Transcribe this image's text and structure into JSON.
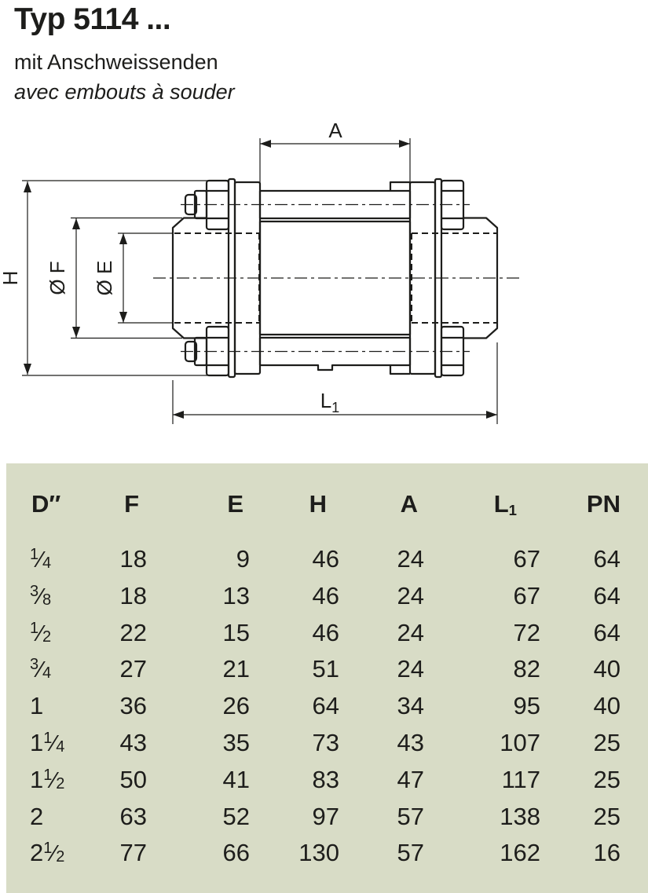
{
  "page": {
    "title": "Typ 5114 ...",
    "subtitle_de": "mit Anschweissenden",
    "subtitle_fr": "avec embouts à souder"
  },
  "drawing": {
    "labels": {
      "a": "A",
      "h": "H",
      "f": "Ø F",
      "e": "Ø E",
      "l1": "L",
      "l1_sub": "1"
    }
  },
  "table": {
    "background": "#d8dcc6",
    "headers": [
      {
        "label": "D″",
        "sub": ""
      },
      {
        "label": "F",
        "sub": ""
      },
      {
        "label": "E",
        "sub": ""
      },
      {
        "label": "H",
        "sub": ""
      },
      {
        "label": "A",
        "sub": ""
      },
      {
        "label": "L",
        "sub": "1"
      },
      {
        "label": "PN",
        "sub": ""
      }
    ],
    "rows": [
      {
        "d_lead": "",
        "d_num": "1",
        "d_slash": "⁄",
        "d_den": "4",
        "f": "18",
        "e": "9",
        "h": "46",
        "a": "24",
        "l1": "67",
        "pn": "64"
      },
      {
        "d_lead": "",
        "d_num": "3",
        "d_slash": "⁄",
        "d_den": "8",
        "f": "18",
        "e": "13",
        "h": "46",
        "a": "24",
        "l1": "67",
        "pn": "64"
      },
      {
        "d_lead": "",
        "d_num": "1",
        "d_slash": "⁄",
        "d_den": "2",
        "f": "22",
        "e": "15",
        "h": "46",
        "a": "24",
        "l1": "72",
        "pn": "64"
      },
      {
        "d_lead": "",
        "d_num": "3",
        "d_slash": "⁄",
        "d_den": "4",
        "f": "27",
        "e": "21",
        "h": "51",
        "a": "24",
        "l1": "82",
        "pn": "40"
      },
      {
        "d_lead": "1",
        "d_num": "",
        "d_slash": "",
        "d_den": "",
        "f": "36",
        "e": "26",
        "h": "64",
        "a": "34",
        "l1": "95",
        "pn": "40"
      },
      {
        "d_lead": "1",
        "d_num": "1",
        "d_slash": "⁄",
        "d_den": "4",
        "f": "43",
        "e": "35",
        "h": "73",
        "a": "43",
        "l1": "107",
        "pn": "25"
      },
      {
        "d_lead": "1",
        "d_num": "1",
        "d_slash": "⁄",
        "d_den": "2",
        "f": "50",
        "e": "41",
        "h": "83",
        "a": "47",
        "l1": "117",
        "pn": "25"
      },
      {
        "d_lead": "2",
        "d_num": "",
        "d_slash": "",
        "d_den": "",
        "f": "63",
        "e": "52",
        "h": "97",
        "a": "57",
        "l1": "138",
        "pn": "25"
      },
      {
        "d_lead": "2",
        "d_num": "1",
        "d_slash": "⁄",
        "d_den": "2",
        "f": "77",
        "e": "66",
        "h": "130",
        "a": "57",
        "l1": "162",
        "pn": "16"
      }
    ]
  }
}
